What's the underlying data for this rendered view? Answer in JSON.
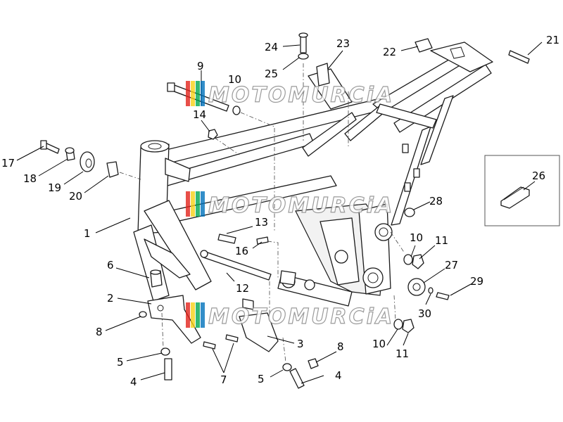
{
  "watermark": {
    "text": "MOTOMURCiA",
    "colors": [
      "#e2231a",
      "#f7d117",
      "#00a651",
      "#0072bc"
    ]
  },
  "callouts": {
    "c1": "1",
    "c2": "2",
    "c3": "3",
    "c4a": "4",
    "c4b": "4",
    "c5a": "5",
    "c5b": "5",
    "c6": "6",
    "c7": "7",
    "c8a": "8",
    "c8b": "8",
    "c9": "9",
    "c10a": "10",
    "c10b": "10",
    "c10c": "10",
    "c11a": "11",
    "c11b": "11",
    "c12": "12",
    "c13": "13",
    "c14": "14",
    "c16": "16",
    "c17": "17",
    "c18": "18",
    "c19": "19",
    "c20": "20",
    "c21": "21",
    "c22": "22",
    "c23": "23",
    "c24": "24",
    "c25": "25",
    "c26": "26",
    "c27": "27",
    "c28": "28",
    "c29": "29",
    "c30": "30"
  }
}
